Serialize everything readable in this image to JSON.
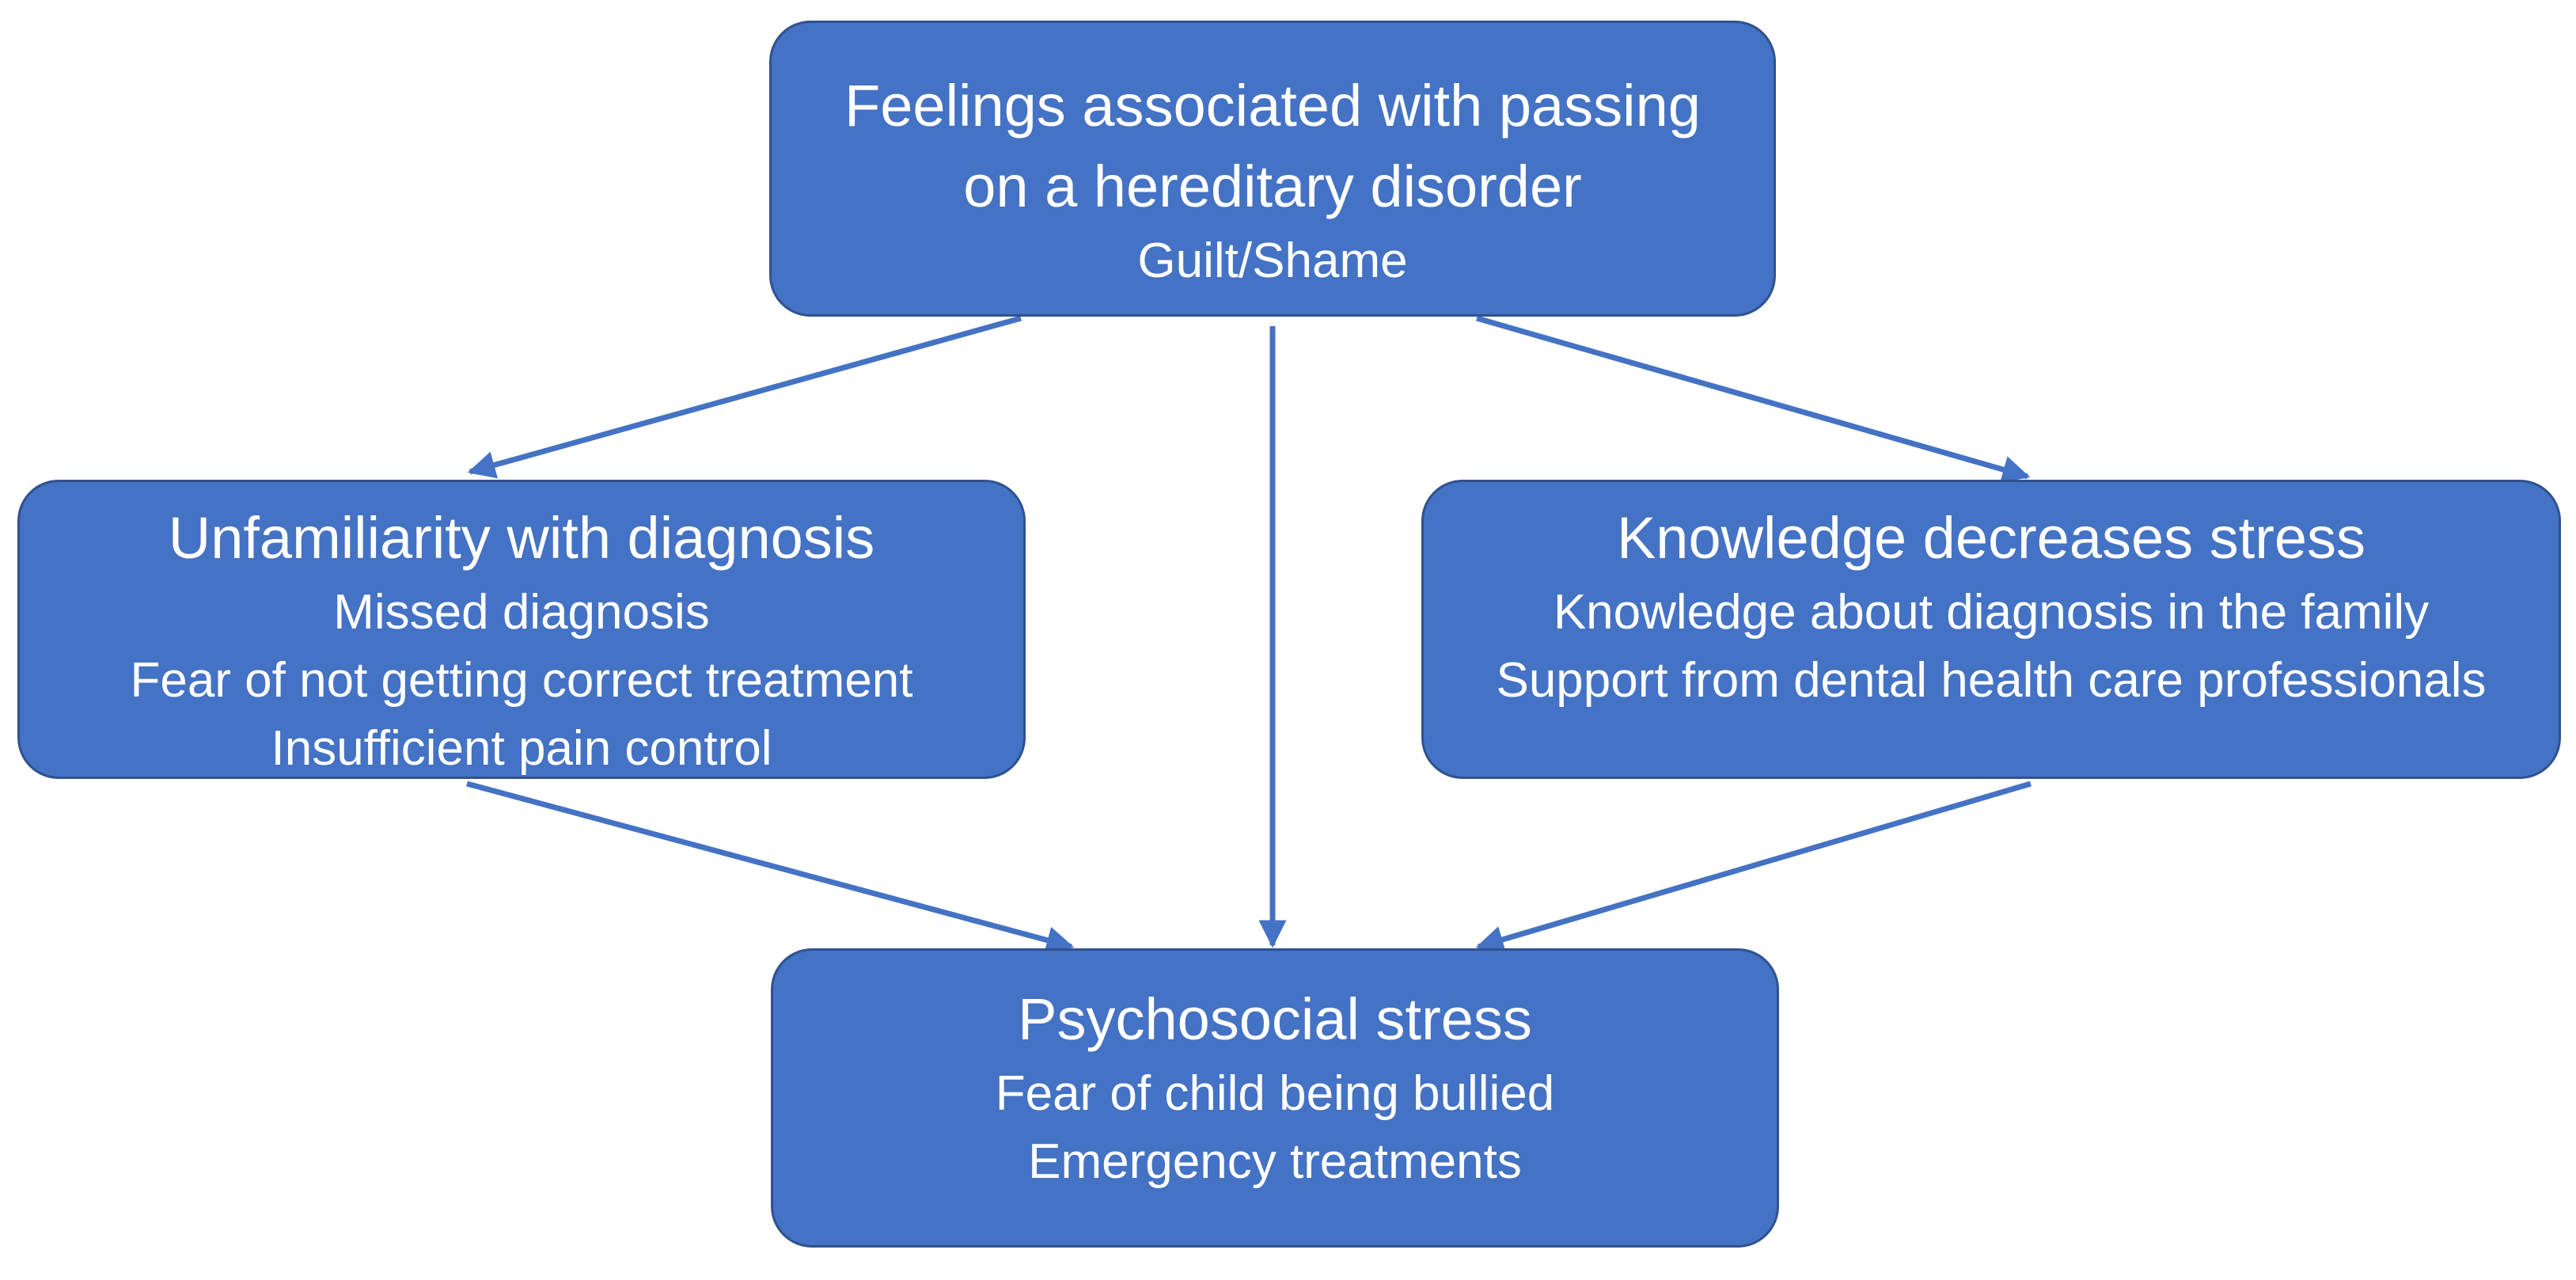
{
  "diagram": {
    "nodes": {
      "top": {
        "title": "Feelings associated with passing\non a hereditary disorder",
        "items": [
          "Guilt/Shame"
        ]
      },
      "left": {
        "title": "Unfamiliarity with diagnosis",
        "items": [
          "Missed diagnosis",
          "Fear of not getting correct treatment",
          "Insufficient pain control"
        ]
      },
      "right": {
        "title": "Knowledge decreases stress",
        "items": [
          "Knowledge about diagnosis in the family",
          "Support from dental health care professionals"
        ]
      },
      "bottom": {
        "title": "Psychosocial stress",
        "items": [
          "Fear of child being bullied",
          "Emergency treatments"
        ]
      }
    },
    "edges": [
      {
        "from": "top",
        "to": "left"
      },
      {
        "from": "top",
        "to": "bottom"
      },
      {
        "from": "top",
        "to": "right"
      },
      {
        "from": "left",
        "to": "bottom"
      },
      {
        "from": "right",
        "to": "bottom"
      }
    ],
    "colors": {
      "box_fill": "#4472c4",
      "box_border": "#2f528f",
      "text": "#ffffff",
      "arrow": "#4472c4"
    }
  }
}
